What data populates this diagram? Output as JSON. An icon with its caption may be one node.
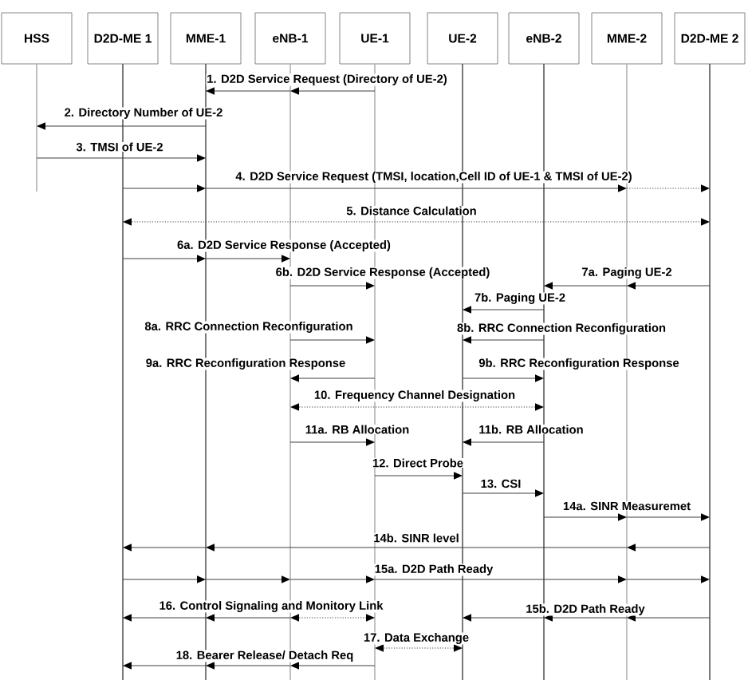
{
  "diagram": {
    "nodes": [
      {
        "text": [
          "HSS"
        ]
      },
      {
        "text": [
          "D2D-ME 1"
        ]
      },
      {
        "text": [
          "MME-1"
        ]
      },
      {
        "text": [
          "eNB-1"
        ]
      },
      {
        "text": [
          "UE-1"
        ]
      },
      {
        "text": [
          "UE-2"
        ]
      },
      {
        "text": [
          "eNB-2"
        ]
      },
      {
        "text": [
          "MME-2"
        ]
      },
      {
        "text": [
          "D2D-ME 2"
        ]
      },
      {
        "text": [],
        "shape": "line"
      },
      {
        "text": [],
        "shape": "line"
      },
      {
        "text": [],
        "shape": "line"
      },
      {
        "text": [],
        "shape": "line"
      },
      {
        "text": [],
        "shape": "line"
      },
      {
        "text": [],
        "shape": "line"
      },
      {
        "text": [],
        "shape": "line"
      },
      {
        "text": [],
        "shape": "line"
      },
      {
        "text": [],
        "shape": "line"
      }
    ],
    "edges": [
      {
        "from": 13,
        "to": 12,
        "arrow": "to",
        "label": "1. D2D Service Request (Directory of UE-2)"
      },
      {
        "from": 12,
        "to": 11,
        "arrow": "to"
      },
      {
        "from": 11,
        "to": 9,
        "arrow": "to",
        "label": "2. Directory Number of UE-2"
      },
      {
        "from": 9,
        "to": 11,
        "arrow": "to",
        "label": "3. TMSI of UE-2"
      },
      {
        "from": 10,
        "to": 11,
        "arrow": "to"
      },
      {
        "from": 11,
        "to": 16,
        "arrow": "to",
        "label": "4. D2D Service Request (TMSI, location,Cell ID of UE-1 & TMSI of UE-2)"
      },
      {
        "from": 16,
        "to": 17,
        "arrow": "to",
        "style": "dashed"
      },
      {
        "from": 10,
        "to": 17,
        "arrow": "both",
        "style": "dashed",
        "label": "5. Distance Calculation"
      },
      {
        "from": 10,
        "to": 11,
        "arrow": "to",
        "label": "6a. D2D Service Response (Accepted)"
      },
      {
        "from": 11,
        "to": 12,
        "arrow": "to"
      },
      {
        "from": 12,
        "to": 13,
        "arrow": "to",
        "label": "6b. D2D Service Response (Accepted)"
      },
      {
        "from": 17,
        "to": 16,
        "arrow": "to",
        "label": "7a. Paging UE-2"
      },
      {
        "from": 16,
        "to": 15,
        "arrow": "to"
      },
      {
        "from": 15,
        "to": 14,
        "arrow": "to",
        "label": "7b. Paging UE-2"
      },
      {
        "from": 12,
        "to": 13,
        "arrow": "to",
        "label": "8a. RRC Connection Reconfiguration"
      },
      {
        "from": 15,
        "to": 14,
        "arrow": "to",
        "label": "8b. RRC Connection Reconfiguration"
      },
      {
        "from": 13,
        "to": 12,
        "arrow": "to",
        "label": "9a. RRC Reconfiguration Response"
      },
      {
        "from": 14,
        "to": 15,
        "arrow": "to",
        "label": "9b. RRC Reconfiguration Response"
      },
      {
        "from": 12,
        "to": 15,
        "arrow": "both",
        "style": "dashed",
        "label": "10. Frequency Channel Designation"
      },
      {
        "from": 12,
        "to": 13,
        "arrow": "to",
        "label": "11a. RB Allocation"
      },
      {
        "from": 15,
        "to": 14,
        "arrow": "to",
        "label": "11b. RB Allocation"
      },
      {
        "from": 13,
        "to": 14,
        "arrow": "to",
        "label": "12. Direct Probe"
      },
      {
        "from": 14,
        "to": 15,
        "arrow": "to",
        "label": "13. CSI"
      },
      {
        "from": 15,
        "to": 16,
        "arrow": "to",
        "label": "14a. SINR Measuremet"
      },
      {
        "from": 16,
        "to": 17,
        "arrow": "to"
      },
      {
        "from": 17,
        "to": 16,
        "arrow": "to"
      },
      {
        "from": 16,
        "to": 11,
        "arrow": "to",
        "label": "14b. SINR level"
      },
      {
        "from": 11,
        "to": 10,
        "arrow": "to"
      },
      {
        "from": 10,
        "to": 11,
        "arrow": "to"
      },
      {
        "from": 11,
        "to": 12,
        "arrow": "to"
      },
      {
        "from": 12,
        "to": 13,
        "arrow": "to"
      },
      {
        "from": 13,
        "to": 16,
        "arrow": "to",
        "label": "15a. D2D Path Ready"
      },
      {
        "from": 16,
        "to": 17,
        "arrow": "to"
      },
      {
        "from": 12,
        "to": 11,
        "arrow": "to",
        "label": "16. Control Signaling and Monitory Link"
      },
      {
        "from": 11,
        "to": 10,
        "arrow": "to"
      },
      {
        "from": 12,
        "to": 13,
        "arrow": "both",
        "style": "dashed"
      },
      {
        "from": 17,
        "to": 16,
        "arrow": "to",
        "label": "15b. D2D Path Ready"
      },
      {
        "from": 16,
        "to": 15,
        "arrow": "to"
      },
      {
        "from": 15,
        "to": 14,
        "arrow": "to"
      },
      {
        "from": 13,
        "to": 14,
        "arrow": "both",
        "style": "dashed",
        "label": "17. Data Exchange"
      },
      {
        "from": 13,
        "to": 12,
        "arrow": "to",
        "label": "18. Bearer Release/ Detach Req"
      },
      {
        "from": 12,
        "to": 11,
        "arrow": "to"
      },
      {
        "from": 11,
        "to": 10,
        "arrow": "to"
      }
    ]
  }
}
